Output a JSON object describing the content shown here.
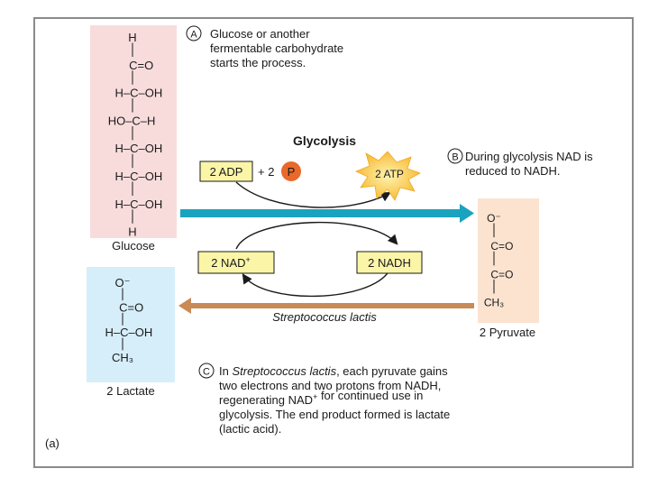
{
  "steps": {
    "a": {
      "marker": "A",
      "lines": [
        "Glucose or another",
        "fermentable carbohydrate",
        "starts the process."
      ]
    },
    "b": {
      "marker": "B",
      "lines": [
        "During glycolysis NAD is",
        "reduced  to NADH."
      ]
    },
    "c": {
      "marker": "C",
      "lines": [
        {
          "segments": [
            {
              "text": "In "
            },
            {
              "text": "Streptococcus lactis",
              "italic": true
            },
            {
              "text": ", each pyruvate gains"
            }
          ]
        },
        {
          "segments": [
            {
              "text": "two electrons and two protons from NADH,"
            }
          ]
        },
        {
          "segments": [
            {
              "text": "regenerating NAD"
            },
            {
              "text": "+",
              "sup": true
            },
            {
              "text": " for continued use in"
            }
          ]
        },
        {
          "segments": [
            {
              "text": "glycolysis. The end product formed is lactate"
            }
          ]
        },
        {
          "segments": [
            {
              "text": "(lactic acid)."
            }
          ]
        }
      ]
    }
  },
  "glycolysis_label": "Glycolysis",
  "adp": {
    "label": "2 ADP",
    "plus": "+ 2",
    "phosphate": "P"
  },
  "atp_label": "2 ATP",
  "nad": {
    "label": "2 NAD",
    "sup": "+"
  },
  "nadh_label": "2 NADH",
  "organism_label": "Streptococcus lactis",
  "glucose": {
    "name": "Glucose",
    "rows": [
      "H",
      "|",
      "C=O",
      "|",
      "H-C-OH",
      "|",
      "HO-C-H",
      "|",
      "H-C-OH",
      "|",
      "H-C-OH",
      "|",
      "H-C-OH",
      "|",
      "H"
    ]
  },
  "pyruvate": {
    "name": "2 Pyruvate",
    "rows": [
      "O⁻",
      "|",
      "C=O",
      "|",
      "C=O",
      "|",
      "CH₃"
    ]
  },
  "lactate": {
    "name": "2 Lactate",
    "rows": [
      "O⁻",
      "|",
      "C=O",
      "|",
      "H-C-OH",
      "|",
      "CH₃"
    ]
  },
  "panel_label": "(a)",
  "colors": {
    "glucose_bg": "#f8dcdc",
    "pyruvate_bg": "#fbe3d0",
    "lactate_bg": "#d6eefa",
    "glycolysis_arrow": "#1aa3bf",
    "fermentation_arrow": "#c98a55",
    "label_box": "#fbf5a8",
    "phosphate": "#e8692a",
    "atp_star": "#fcd55a"
  }
}
